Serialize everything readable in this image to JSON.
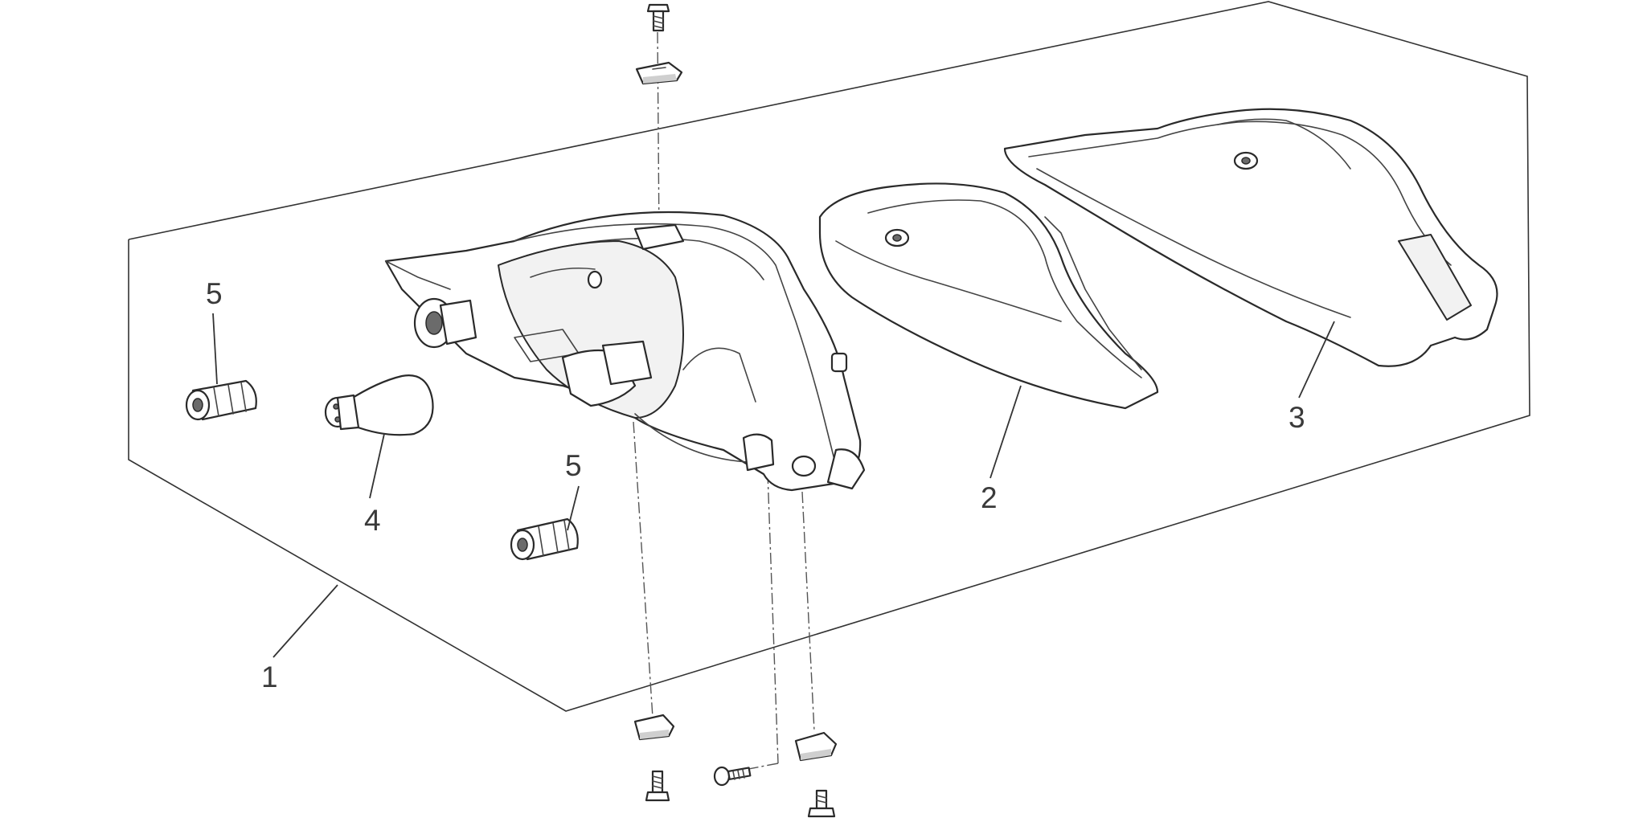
{
  "diagram": {
    "callouts": {
      "c1": "1",
      "c2": "2",
      "c3": "3",
      "c4": "4",
      "c5a": "5",
      "c5b": "5"
    }
  },
  "colors": {
    "line": "#2a2a2a",
    "background": "#ffffff",
    "shade": "#cfcfcf"
  }
}
